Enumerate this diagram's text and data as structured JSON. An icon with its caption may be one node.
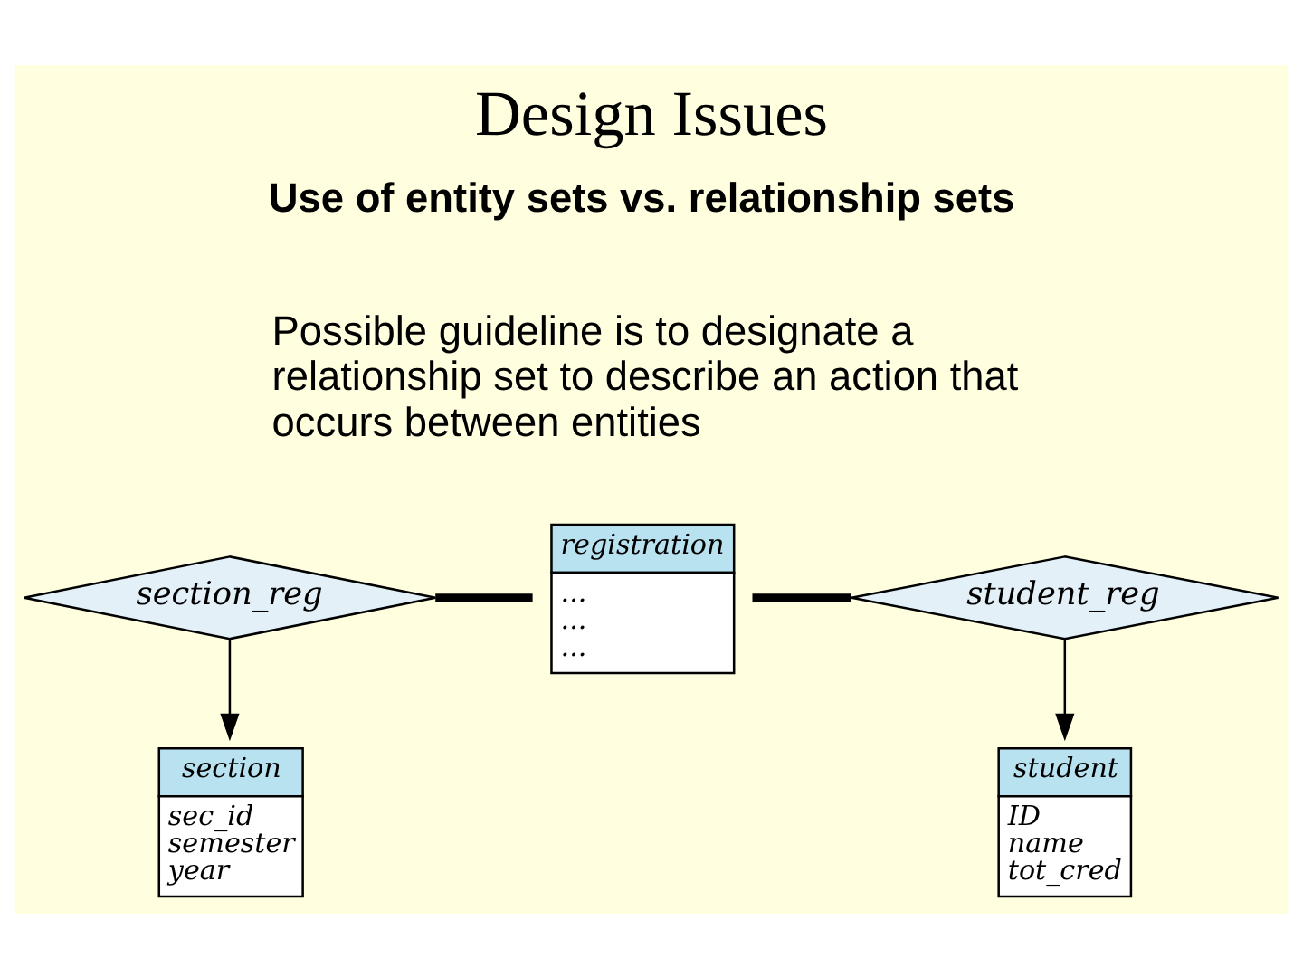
{
  "diagram": {
    "title": "Design Issues",
    "nodes": [
      {
        "text": [
          "section_reg"
        ]
      },
      {
        "text": [
          "registration",
          "...",
          "...",
          "..."
        ]
      },
      {
        "text": [
          "student_reg"
        ]
      },
      {
        "text": [
          "section",
          "sec_id",
          "semester",
          "year"
        ]
      },
      {
        "text": [
          "student",
          "ID",
          "name",
          "tot_cred"
        ]
      }
    ],
    "edges": [
      {
        "from": 0,
        "to": 1,
        "arrow": "none",
        "style": "thick"
      },
      {
        "from": 1,
        "to": 2,
        "arrow": "none",
        "style": "thick"
      },
      {
        "from": 0,
        "to": 3,
        "arrow": "to"
      },
      {
        "from": 2,
        "to": 4,
        "arrow": "to"
      }
    ],
    "labels": [
      "Use of entity sets vs. relationship sets",
      "Possible guideline is to designate a relationship set to describe an action that occurs between entities"
    ]
  }
}
